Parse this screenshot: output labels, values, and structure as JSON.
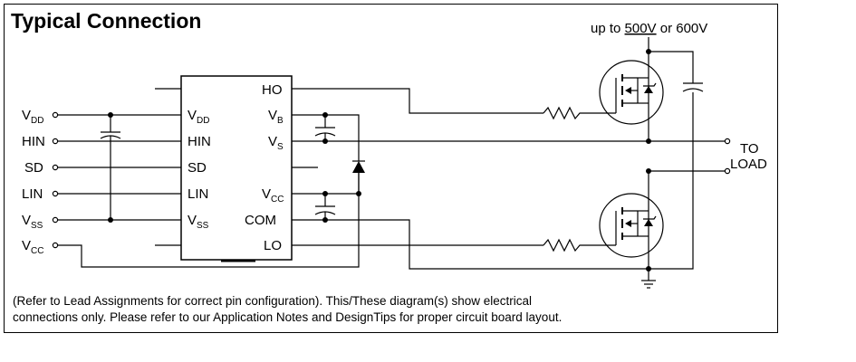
{
  "title": "Typical Connection",
  "supply_label": {
    "prefix": "up to ",
    "voltage": "500V",
    "suffix": " or 600V"
  },
  "load_label": [
    "TO",
    "LOAD"
  ],
  "left_pins": [
    {
      "base": "V",
      "sub": "DD"
    },
    {
      "base": "HIN",
      "sub": ""
    },
    {
      "base": "SD",
      "sub": ""
    },
    {
      "base": "LIN",
      "sub": ""
    },
    {
      "base": "V",
      "sub": "SS"
    },
    {
      "base": "V",
      "sub": "CC"
    }
  ],
  "ic_left_pins": [
    {
      "base": "V",
      "sub": "DD"
    },
    {
      "base": "HIN",
      "sub": ""
    },
    {
      "base": "SD",
      "sub": ""
    },
    {
      "base": "LIN",
      "sub": ""
    },
    {
      "base": "V",
      "sub": "SS"
    }
  ],
  "ic_right_pins": [
    {
      "base": "HO",
      "sub": ""
    },
    {
      "base": "V",
      "sub": "B"
    },
    {
      "base": "V",
      "sub": "S"
    },
    {
      "base": "V",
      "sub": "CC"
    },
    {
      "base": "COM",
      "sub": ""
    },
    {
      "base": "LO",
      "sub": ""
    }
  ],
  "note": [
    "(Refer to Lead Assignments for correct pin configuration). This/These diagram(s) show electrical",
    "connections only.  Please refer to our Application Notes and DesignTips for proper circuit board layout."
  ]
}
